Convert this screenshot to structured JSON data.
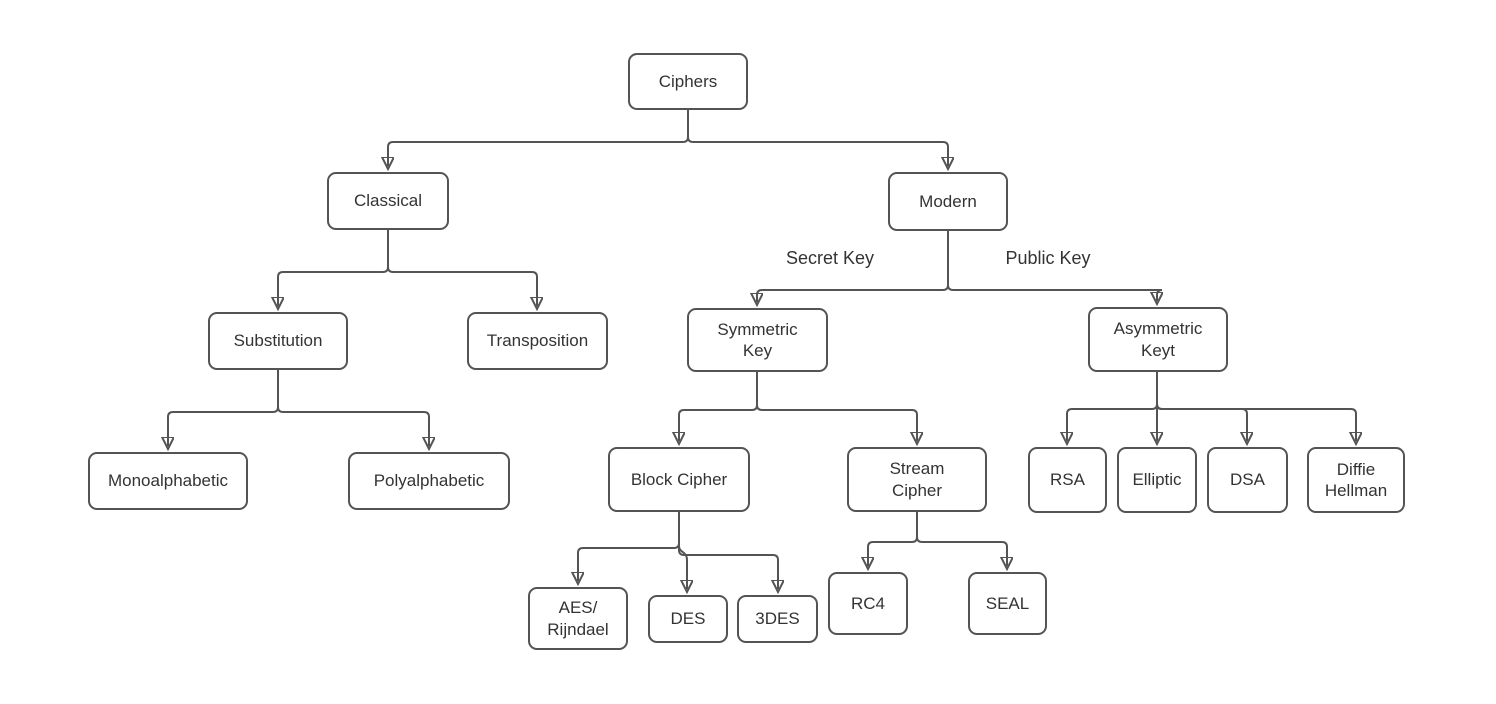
{
  "diagram": {
    "title": "Ciphers classification tree",
    "colors": {
      "border": "#545454",
      "line": "#545454",
      "text": "#333333",
      "background": "#ffffff"
    },
    "nodes": {
      "ciphers": {
        "label": "Ciphers"
      },
      "classical": {
        "label": "Classical"
      },
      "modern": {
        "label": "Modern"
      },
      "substitution": {
        "label": "Substitution"
      },
      "transposition": {
        "label": "Transposition"
      },
      "symmetric": {
        "label": "Symmetric\nKey"
      },
      "asymmetric": {
        "label": "Asymmetric\nKeyt"
      },
      "monoalphabetic": {
        "label": "Monoalphabetic"
      },
      "polyalphabetic": {
        "label": "Polyalphabetic"
      },
      "block_cipher": {
        "label": "Block Cipher"
      },
      "stream_cipher": {
        "label": "Stream\nCipher"
      },
      "rsa": {
        "label": "RSA"
      },
      "elliptic": {
        "label": "Elliptic"
      },
      "dsa": {
        "label": "DSA"
      },
      "diffie_hellman": {
        "label": "Diffie\nHellman"
      },
      "aes_rijndael": {
        "label": "AES/\nRijndael"
      },
      "des": {
        "label": "DES"
      },
      "tdes": {
        "label": "3DES"
      },
      "rc4": {
        "label": "RC4"
      },
      "seal": {
        "label": "SEAL"
      }
    },
    "edge_labels": {
      "secret_key": "Secret Key",
      "public_key": "Public Key"
    }
  }
}
